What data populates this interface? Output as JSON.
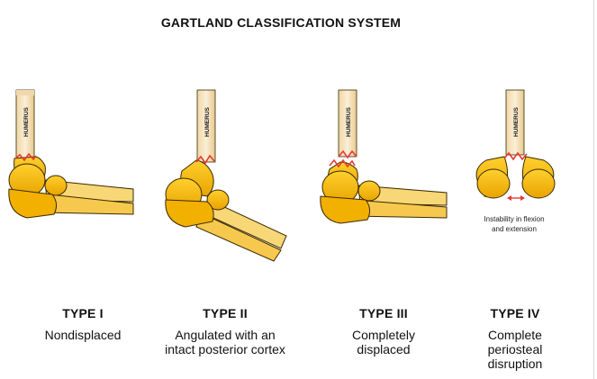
{
  "title": "GARTLAND CLASSIFICATION SYSTEM",
  "bone_label": "HUMERUS",
  "types": [
    {
      "label": "TYPE I",
      "description": "Nondisplaced"
    },
    {
      "label": "TYPE II",
      "description": "Angulated with an\nintact posterior cortex"
    },
    {
      "label": "TYPE III",
      "description": "Completely\ndisplaced"
    },
    {
      "label": "TYPE IV",
      "description": "Complete\nperiosteal\ndisruption"
    }
  ],
  "type4_note": "Instability in flexion\nand extension",
  "colors": {
    "bone_fill": "#f4b400",
    "bone_outline": "#3a2a00",
    "humerus_shaft": "#f7e3bd",
    "fracture": "#e53935",
    "arrow": "#e53935"
  }
}
